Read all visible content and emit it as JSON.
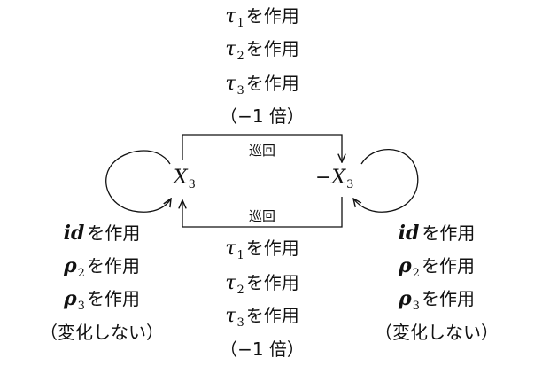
{
  "nodes": {
    "x3": {
      "var": "X",
      "sub": "3"
    },
    "neg_x3": {
      "prefix": "−",
      "var": "X",
      "sub": "3"
    }
  },
  "edges": {
    "top_label": "巡回",
    "bottom_label": "巡回"
  },
  "top_ops": {
    "lines": [
      {
        "sym": "τ",
        "sub": "1",
        "text": "を作用"
      },
      {
        "sym": "τ",
        "sub": "2",
        "text": "を作用"
      },
      {
        "sym": "τ",
        "sub": "3",
        "text": "を作用"
      }
    ],
    "note": "（−1 倍）"
  },
  "bottom_ops": {
    "lines": [
      {
        "sym": "τ",
        "sub": "1",
        "text": "を作用"
      },
      {
        "sym": "τ",
        "sub": "2",
        "text": "を作用"
      },
      {
        "sym": "τ",
        "sub": "3",
        "text": "を作用"
      }
    ],
    "note": "（−1 倍）"
  },
  "left_ops": {
    "lines": [
      {
        "sym": "id",
        "sub": "",
        "text": "を作用"
      },
      {
        "sym": "ρ",
        "sub": "2",
        "text": "を作用"
      },
      {
        "sym": "ρ",
        "sub": "3",
        "text": "を作用"
      }
    ],
    "note": "（変化しない）"
  },
  "right_ops": {
    "lines": [
      {
        "sym": "id",
        "sub": "",
        "text": "を作用"
      },
      {
        "sym": "ρ",
        "sub": "2",
        "text": "を作用"
      },
      {
        "sym": "ρ",
        "sub": "3",
        "text": "を作用"
      }
    ],
    "note": "（変化しない）"
  }
}
